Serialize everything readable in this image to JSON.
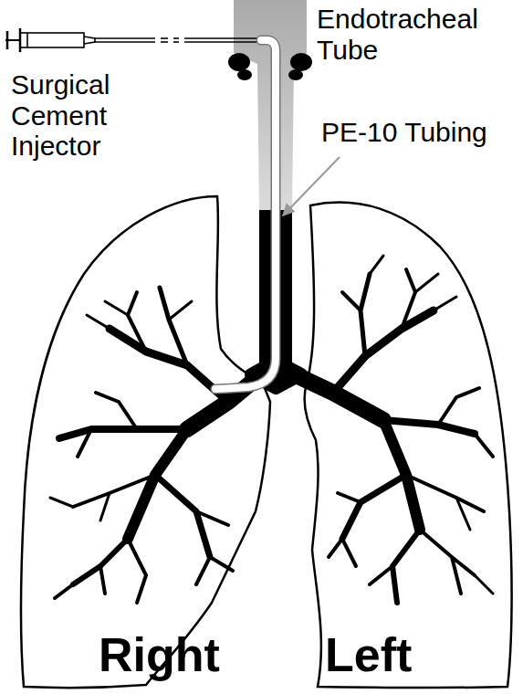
{
  "diagram": {
    "labels": [
      "Endotracheal Tube",
      "Surgical Cement Injector",
      "PE-10 Tubing",
      "Right",
      "Left"
    ]
  }
}
